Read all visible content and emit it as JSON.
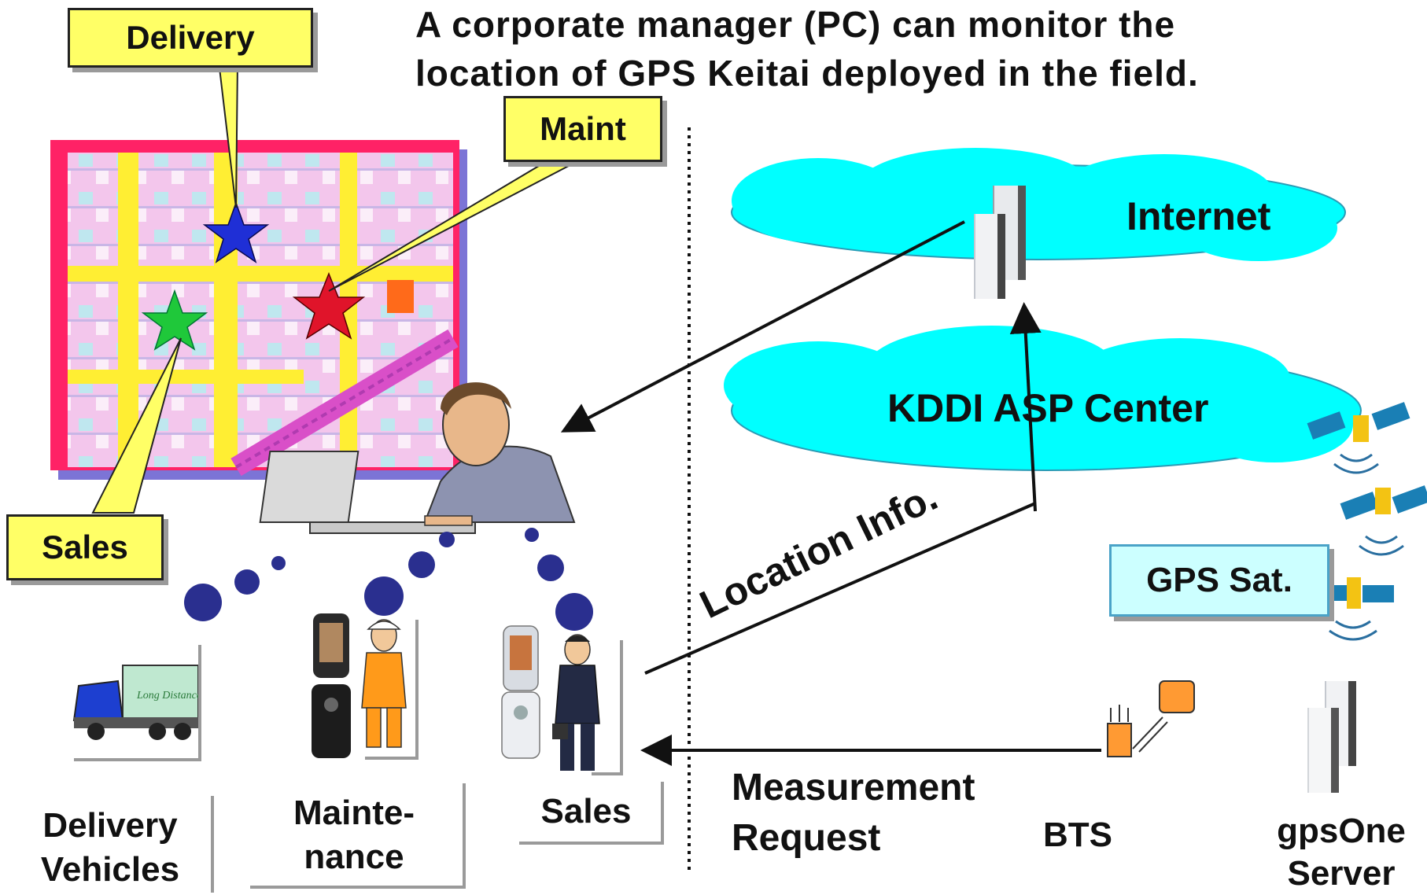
{
  "title": {
    "line1": "A corporate manager (PC) can monitor the",
    "line2": "location of GPS Keitai deployed in the field."
  },
  "callouts": {
    "delivery": "Delivery",
    "maint": "Maint",
    "sales": "Sales"
  },
  "clouds": {
    "internet": "Internet",
    "kddi": "KDDI ASP Center"
  },
  "gps_sat_label": "GPS Sat.",
  "location_info_label": "Location Info.",
  "measurement_request": {
    "line1": "Measurement",
    "line2": "Request"
  },
  "bts_label": "BTS",
  "gpsone_server": {
    "line1": "gpsOne",
    "line2": "Server"
  },
  "field_groups": {
    "delivery": {
      "line1": "Delivery",
      "line2": "Vehicles"
    },
    "maintenance": {
      "line1": "Mainte-",
      "line2": "nance"
    },
    "sales": "Sales"
  },
  "map_markers": [
    {
      "name": "blue-star-delivery",
      "color": "#1f2fd6"
    },
    {
      "name": "red-star-maint",
      "color": "#e0142a"
    },
    {
      "name": "green-star-sales",
      "color": "#1fc83a"
    }
  ],
  "colors": {
    "cloud": "#00ffff",
    "callout": "#ffff66",
    "map_frame": "#ff2266",
    "bubble": "#2a2f8f"
  }
}
